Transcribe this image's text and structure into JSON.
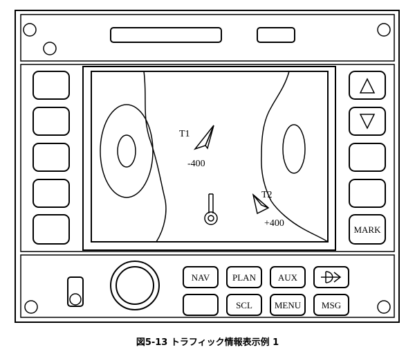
{
  "display": {
    "targets": [
      {
        "id_label": "T1",
        "altitude_label": "-400"
      },
      {
        "id_label": "T2",
        "altitude_label": "+400"
      }
    ]
  },
  "right_keys": {
    "mark_label": "MARK"
  },
  "bottom_keys": {
    "nav": "NAV",
    "plan": "PLAN",
    "aux": "AUX",
    "scl": "SCL",
    "menu": "MENU",
    "msg": "MSG"
  },
  "caption": "図5-13 トラフィック情報表示例 1"
}
